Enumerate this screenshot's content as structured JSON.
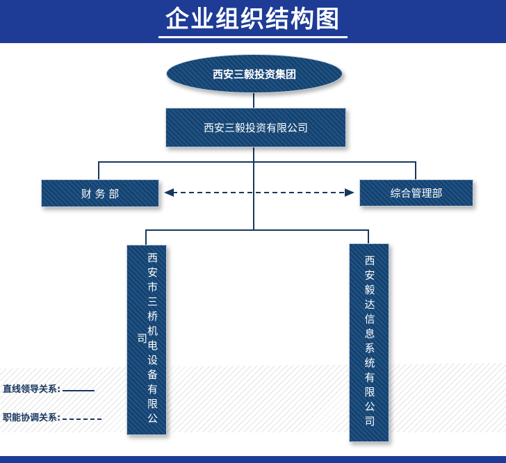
{
  "header": {
    "title": "企业组织结构图"
  },
  "org": {
    "root": {
      "label": "西安三毅投资集团"
    },
    "company": {
      "label": "西安三毅投资有限公司"
    },
    "finance_dept": {
      "label": "财 务 部"
    },
    "admin_dept": {
      "label": "综合管理部"
    },
    "subsidiary_left": {
      "label": "西安市三桥机电设备有限公司"
    },
    "subsidiary_right": {
      "label": "西安毅达信息系统有限公司"
    }
  },
  "legend": {
    "direct_leadership": "直线领导关系:",
    "functional_coordination": "职能协调关系:"
  },
  "colors": {
    "header_bg": "#1e3c96",
    "box_bg": "#1d5183",
    "line": "#17375e"
  }
}
